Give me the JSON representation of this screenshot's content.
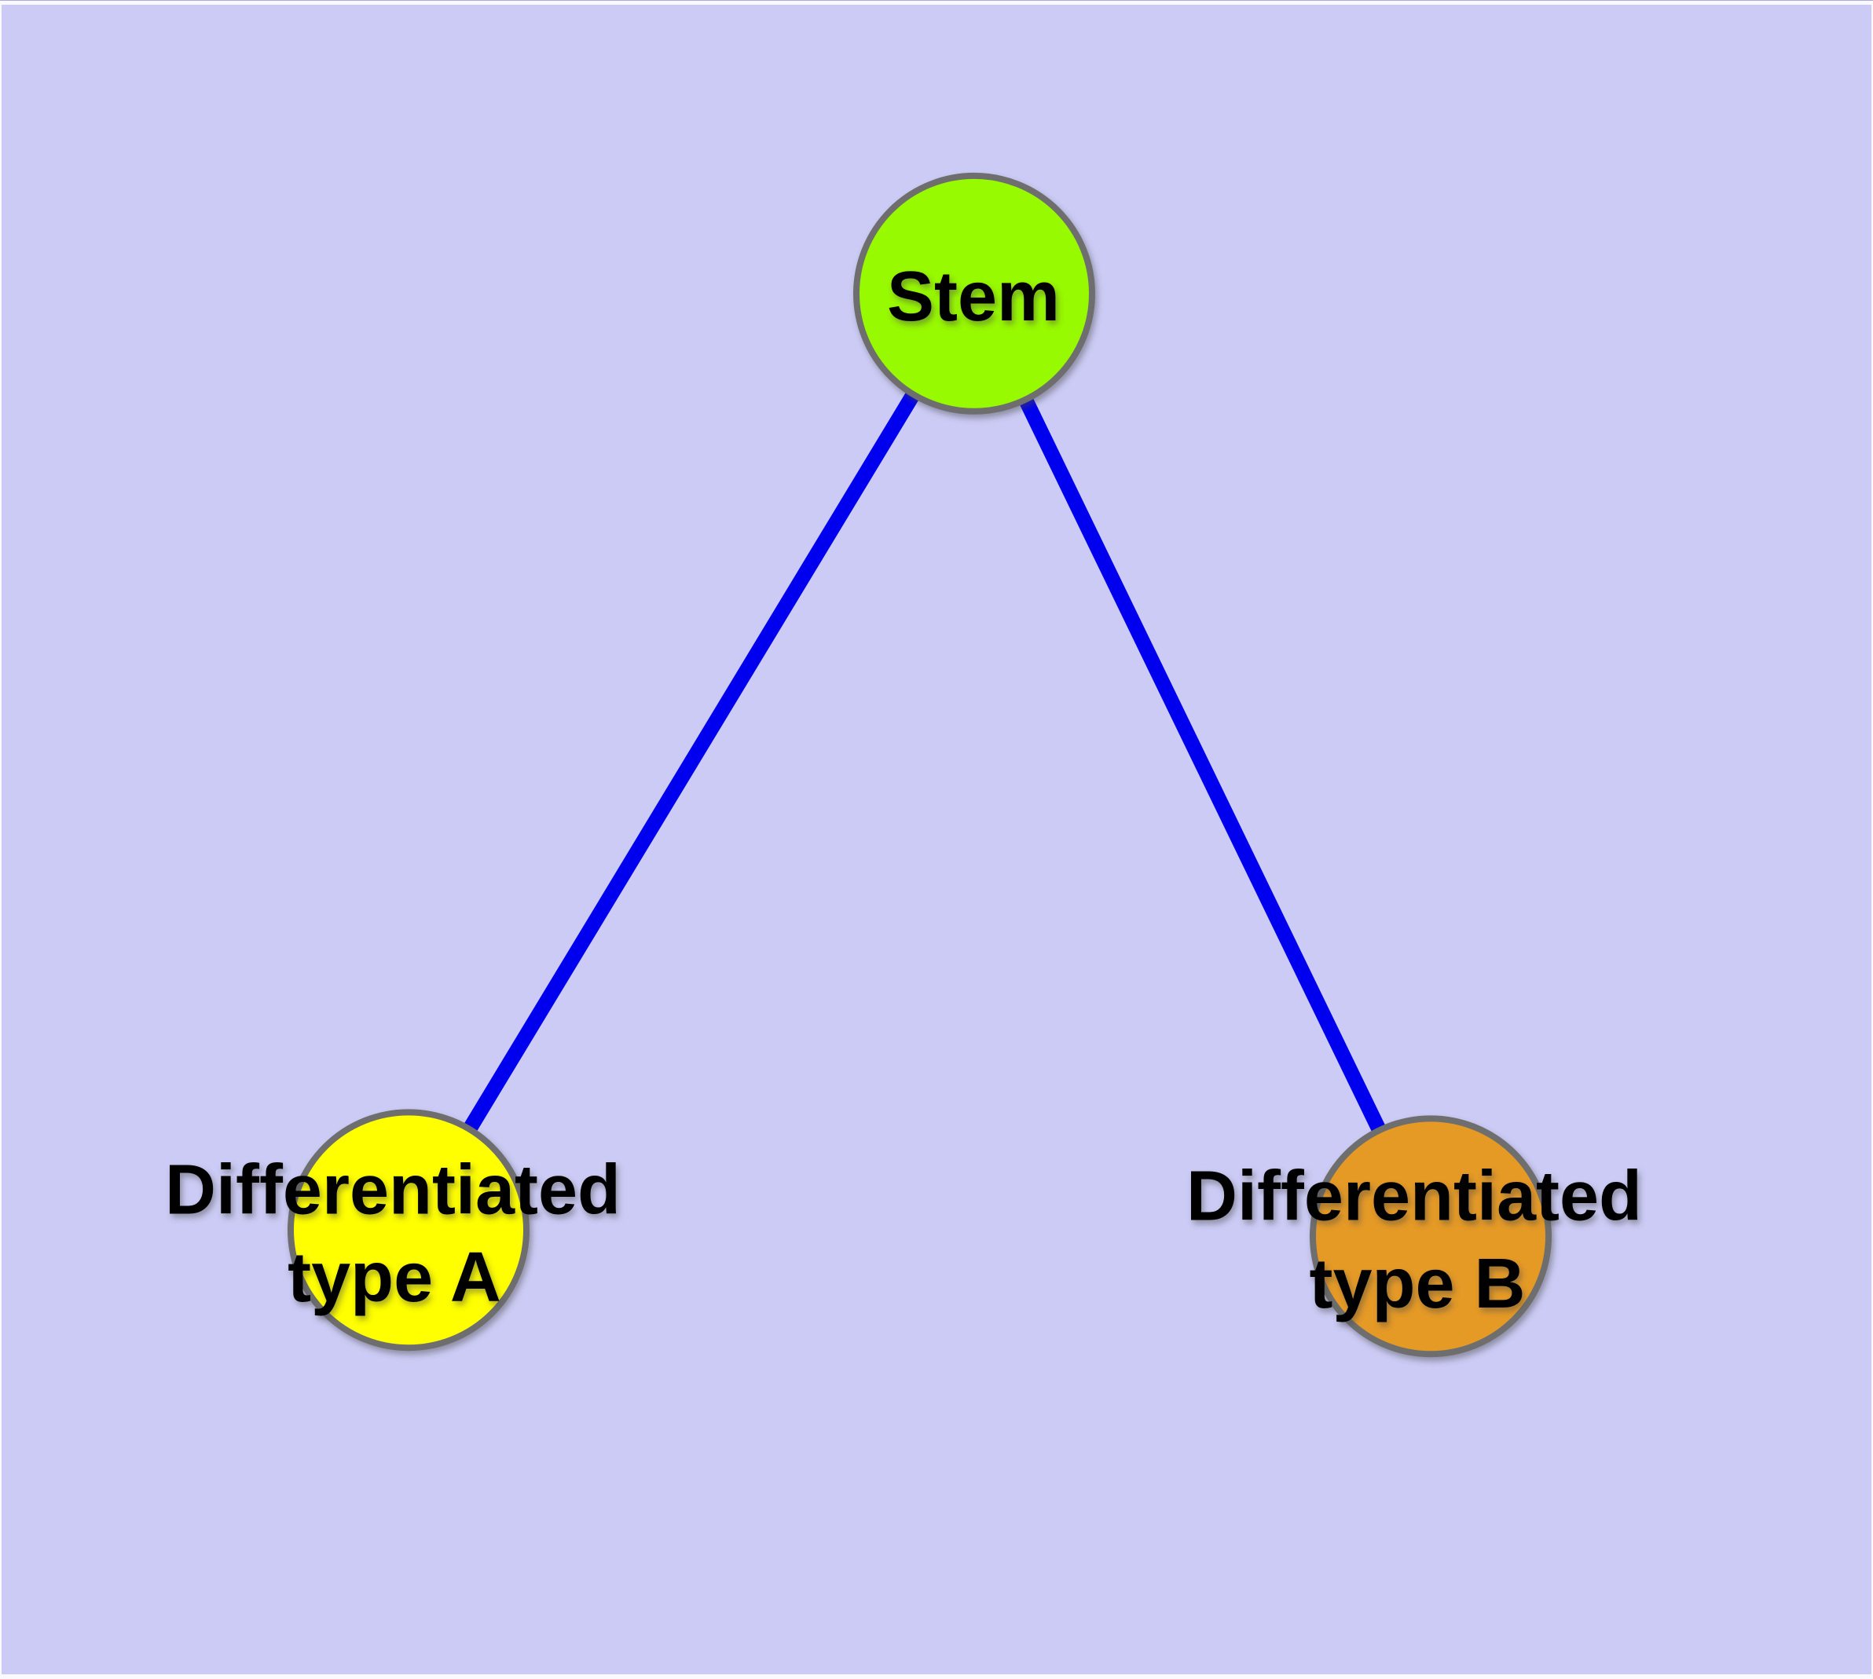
{
  "figure": {
    "background_color": "#CBCBF5",
    "edge_color": "#0000EE",
    "node_border_color": "#6E6E6E",
    "label_color": "#000000",
    "nodes": [
      {
        "id": "stem",
        "label": "Stem",
        "fill_color": "#98FA00"
      },
      {
        "id": "differentiated-type-a",
        "label_line1": "Differentiated",
        "label_line2": "type A",
        "fill_color": "#FFFF00"
      },
      {
        "id": "differentiated-type-b",
        "label_line1": "Differentiated",
        "label_line2": "type B",
        "fill_color": "#E69A25"
      }
    ],
    "edges": [
      {
        "from": "Stem",
        "to": "Differentiated type A"
      },
      {
        "from": "Stem",
        "to": "Differentiated type B"
      }
    ]
  }
}
